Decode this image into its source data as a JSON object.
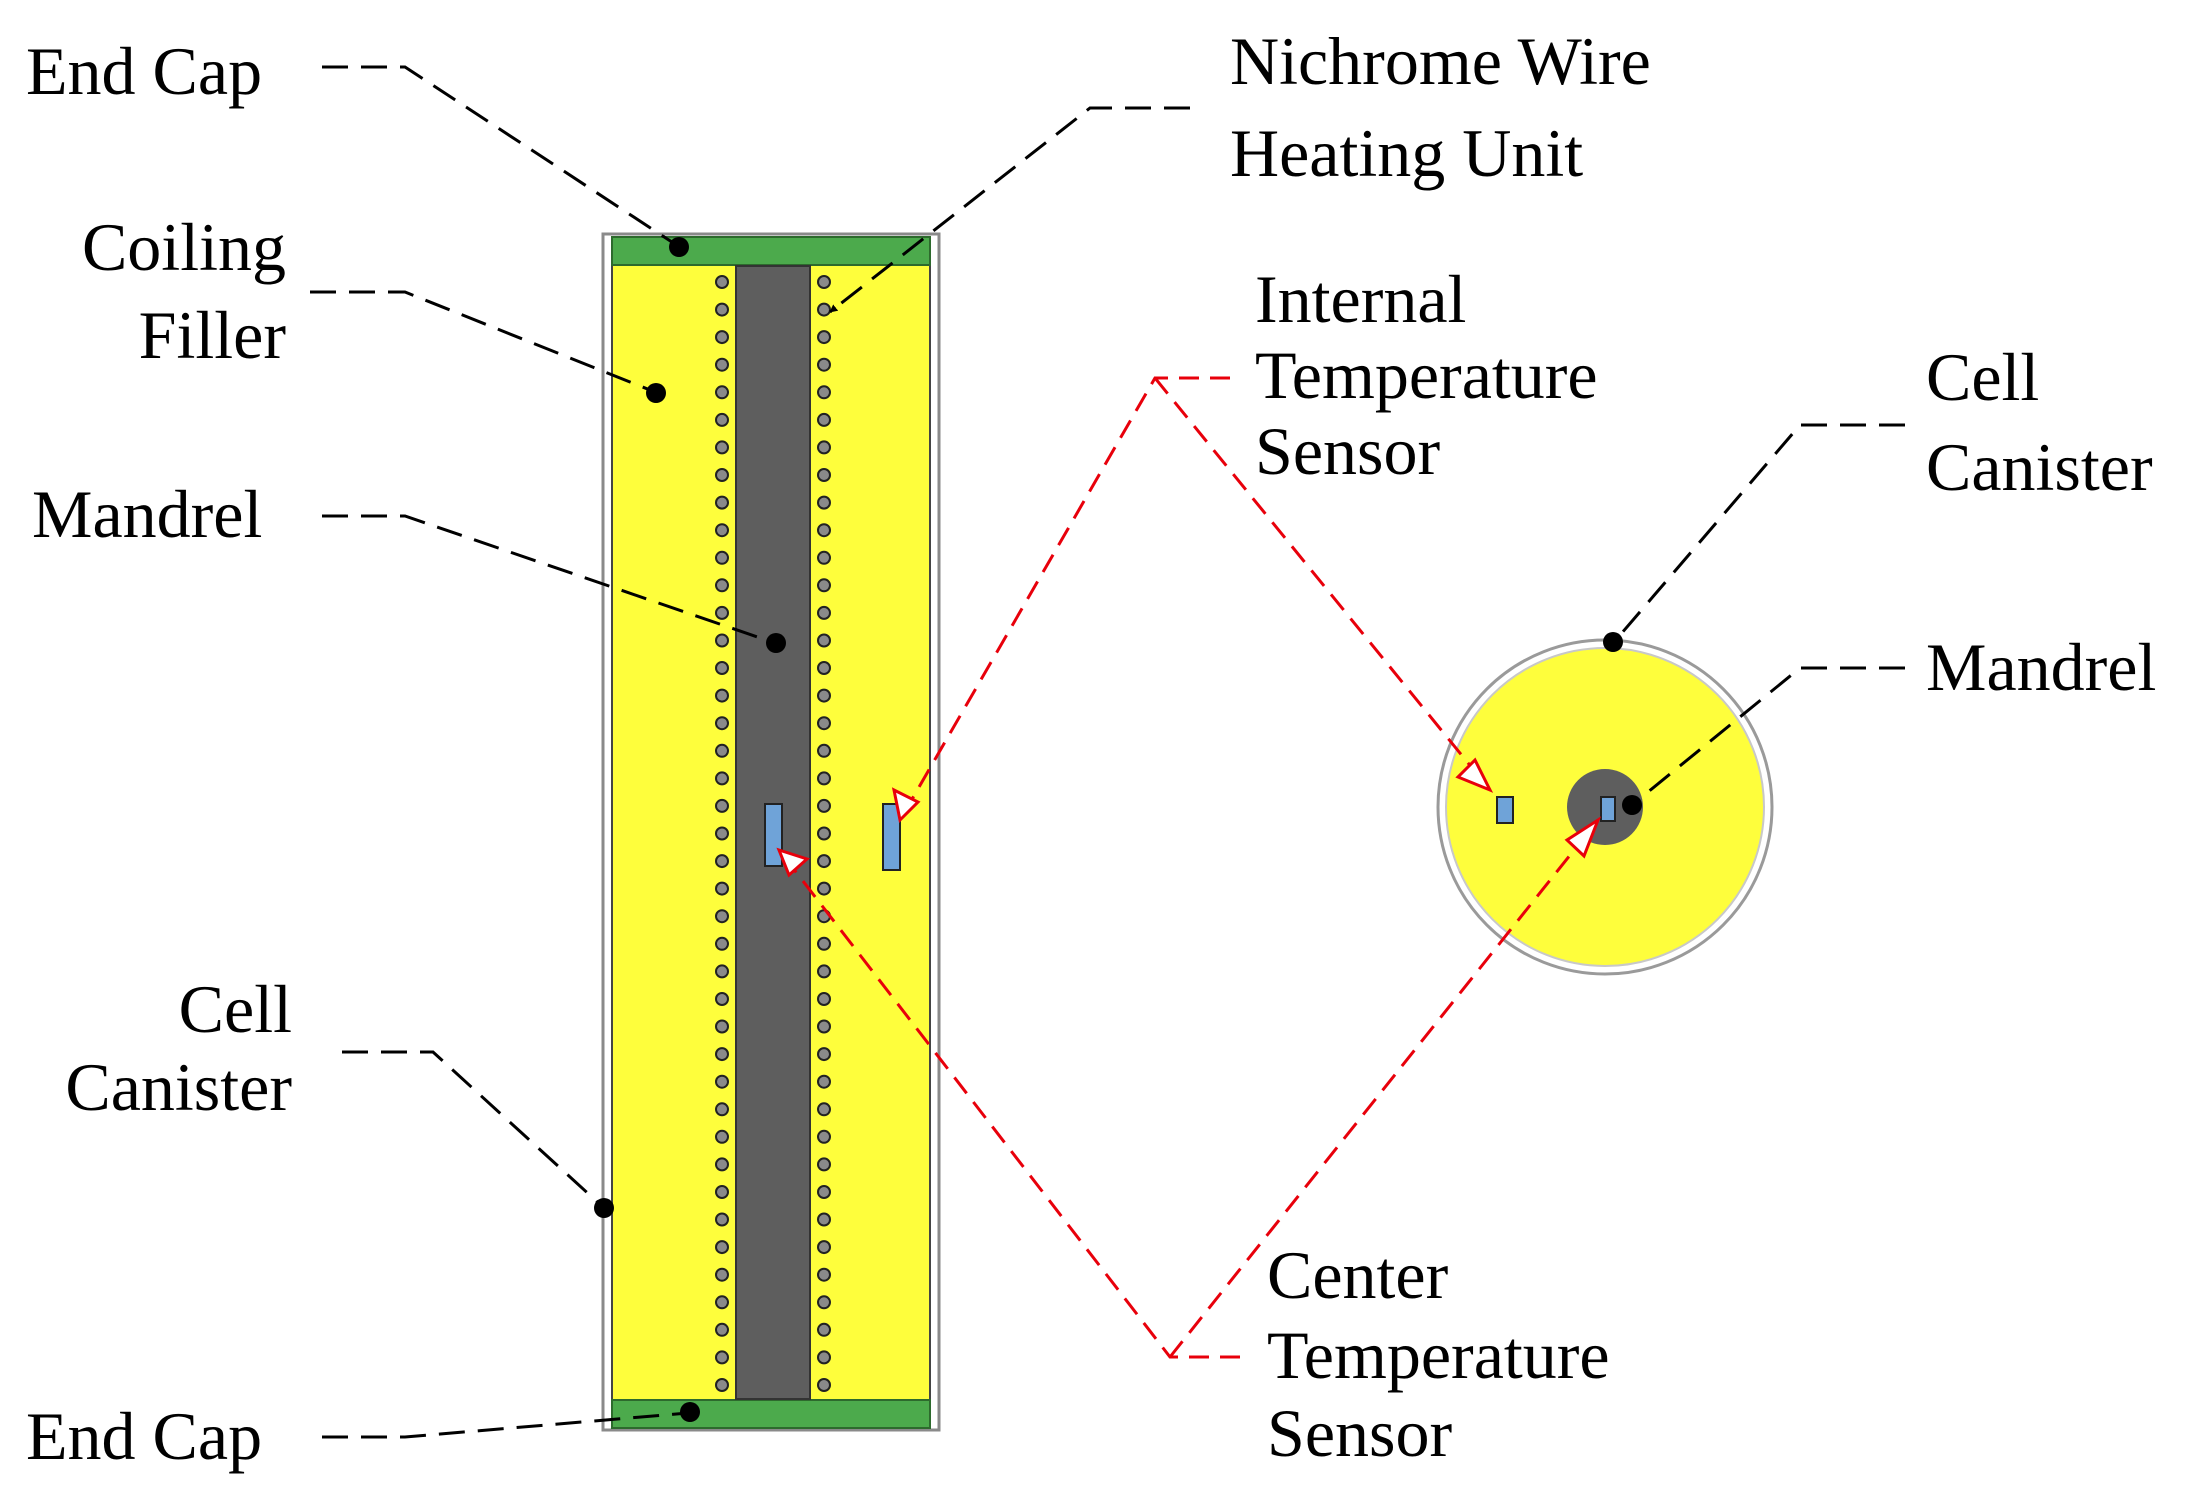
{
  "labels": {
    "end_cap_top": "End Cap",
    "coiling_filler": [
      "Coiling",
      "Filler"
    ],
    "mandrel_left": "Mandrel",
    "cell_canister_left": [
      "Cell",
      "Canister"
    ],
    "end_cap_bottom": "End Cap",
    "nichrome_wire": [
      "Nichrome Wire",
      "Heating Unit"
    ],
    "internal_sensor": [
      "Internal",
      "Temperature",
      "Sensor"
    ],
    "center_sensor": [
      "Center",
      "Temperature",
      "Sensor"
    ],
    "cell_canister_right": [
      "Cell",
      "Canister"
    ],
    "mandrel_right": "Mandrel"
  },
  "colors": {
    "filler": "#fefe3c",
    "end_cap": "#4caa4c",
    "mandrel": "#5e5e5e",
    "sensor": "#6fa3d8",
    "leader_black": "#000000",
    "leader_red": "#e8000b",
    "canister_outline": "#9a9a9a"
  }
}
